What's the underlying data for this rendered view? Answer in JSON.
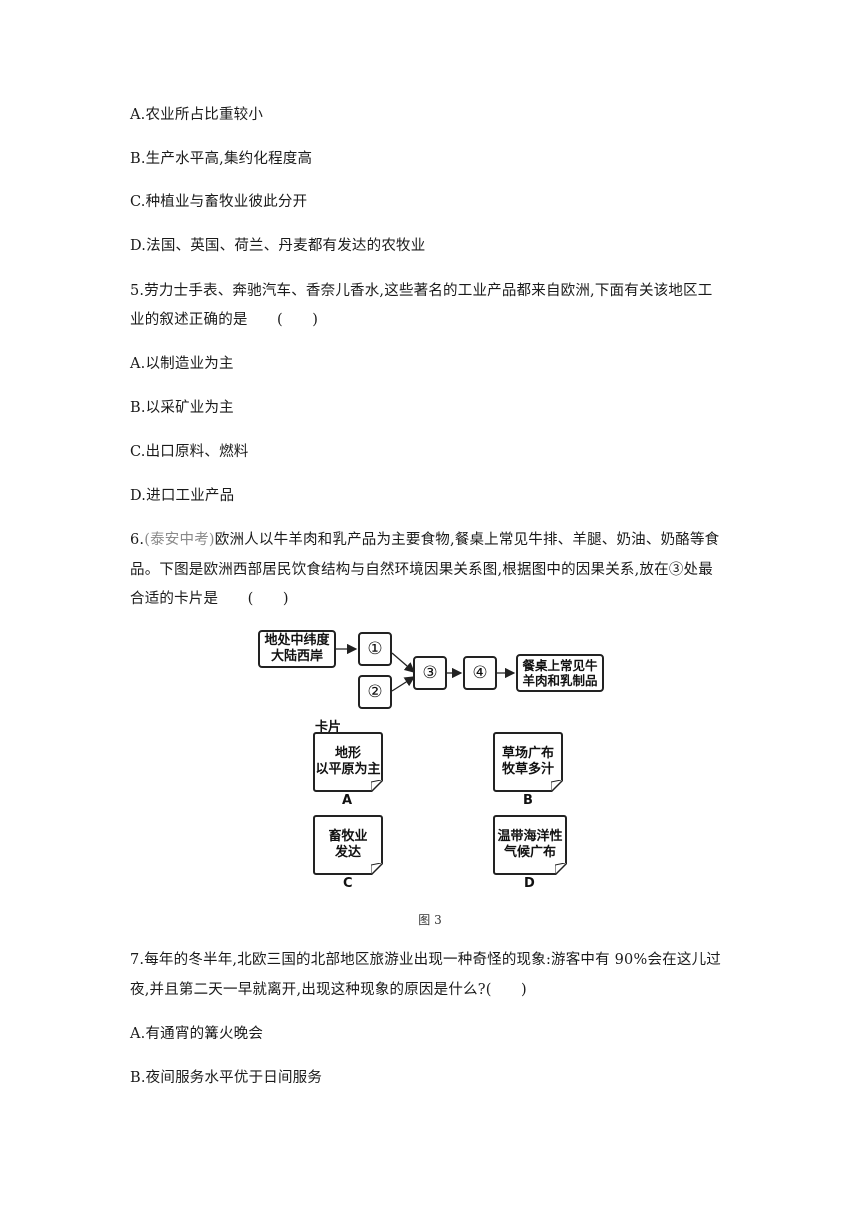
{
  "lines": {
    "q4a": "A.农业所占比重较小",
    "q4b": "B.生产水平高,集约化程度高",
    "q4c": "C.种植业与畜牧业彼此分开",
    "q4d": "D.法国、英国、荷兰、丹麦都有发达的农牧业",
    "q5_l1": "5.劳力士手表、奔驰汽车、香奈儿香水,这些著名的工业产品都来自欧洲,下面有关该地区工",
    "q5_l2": "业的叙述正确的是　　(　　)",
    "q5a": "A.以制造业为主",
    "q5b": "B.以采矿业为主",
    "q5c": "C.出口原料、燃料",
    "q5d": "D.进口工业产品",
    "q6_num": "6.",
    "q6_src": "(泰安中考)",
    "q6_l1": "欧洲人以牛羊肉和乳产品为主要食物,餐桌上常见牛排、羊腿、奶油、奶酪等食",
    "q6_l2": "品。下图是欧洲西部居民饮食结构与自然环境因果关系图,根据图中的因果关系,放在③处最",
    "q6_l3": "合适的卡片是　　(　　)",
    "q7_l1": "7.每年的冬半年,北欧三国的北部地区旅游业出现一种奇怪的现象:游客中有 90%会在这儿过",
    "q7_l2": "夜,并且第二天一早就离开,出现这种现象的原因是什么?(　　)",
    "q7a": "A.有通宵的篝火晚会",
    "q7b": "B.夜间服务水平优于日间服务"
  },
  "diagram": {
    "start_l1": "地处中纬度",
    "start_l2": "大陆西岸",
    "n1": "①",
    "n2": "②",
    "n3": "③",
    "n4": "④",
    "end_l1": "餐桌上常见牛",
    "end_l2": "羊肉和乳制品",
    "cards_title": "卡片",
    "cards": [
      {
        "l1": "地形",
        "l2": "以平原为主",
        "label": "A"
      },
      {
        "l1": "草场广布",
        "l2": "牧草多汁",
        "label": "B"
      },
      {
        "l1": "畜牧业",
        "l2": "发达",
        "label": "C"
      },
      {
        "l1": "温带海洋性",
        "l2": "气候广布",
        "label": "D"
      }
    ],
    "caption": "图 3"
  }
}
